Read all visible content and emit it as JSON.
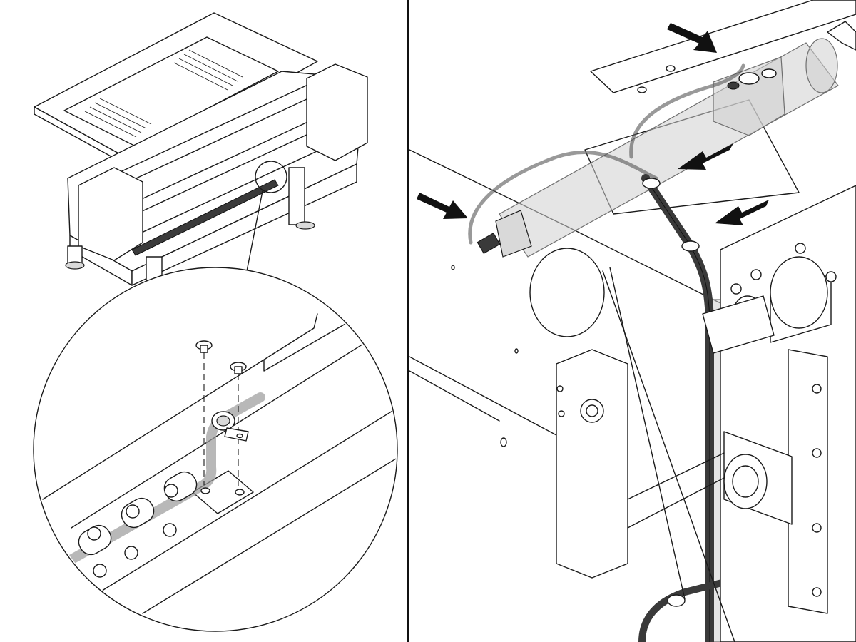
{
  "figure": {
    "left_panel": {
      "overview": "machine-overview",
      "detail": "hose-clamp-detail"
    },
    "right_panel": {
      "view": "cylinder-hose-routing-view"
    },
    "colors": {
      "line": "#1a1a1a",
      "shade": "#d9d9d9",
      "hose_dark": "#3a3a3a",
      "hose_ghost": "#cfcfcf"
    },
    "icons": [
      "arrow-icon",
      "screw-icon",
      "hose-clamp-icon"
    ]
  }
}
